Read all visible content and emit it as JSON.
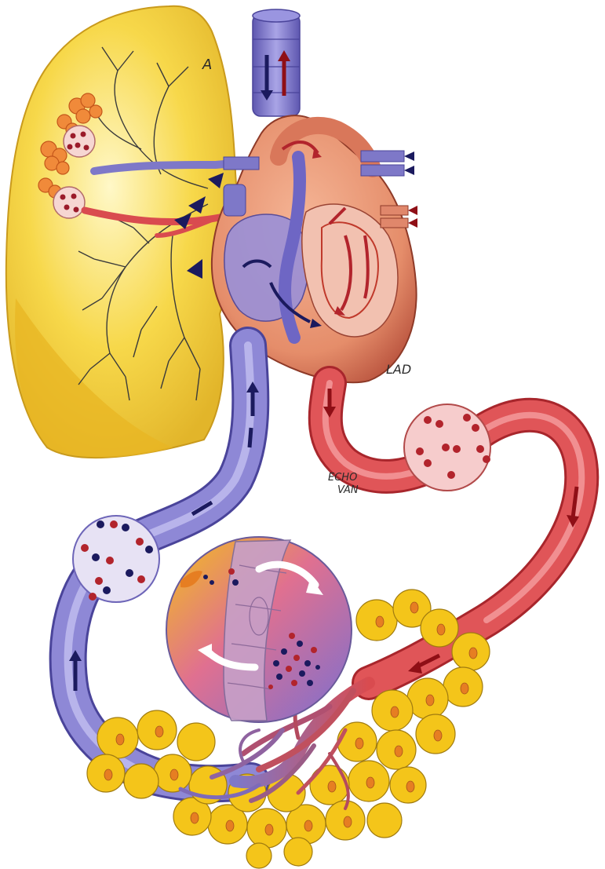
{
  "labels": {
    "lung_letter": "A",
    "heart_left": "LAD",
    "arterial_text_1": "ECHO",
    "arterial_text_2": "VAN"
  },
  "colors": {
    "lung": "#f7d84a",
    "lung_shade": "#e2b52a",
    "heart": "#e58d6a",
    "heart_dark": "#b9533e",
    "deoxygenated": "#7e78c8",
    "oxygenated": "#d94b4f",
    "tissue_cell": "#f4c51a",
    "tissue_nucleus": "#e67e22",
    "arrow_dark": "#1b1a5e",
    "arrow_red": "#8f0f16"
  },
  "icons": [
    "lung-icon",
    "heart-icon",
    "alveoli-icon",
    "blood-cell-icon",
    "capillary-icon",
    "tissue-cell-icon",
    "flow-arrow-icon"
  ]
}
